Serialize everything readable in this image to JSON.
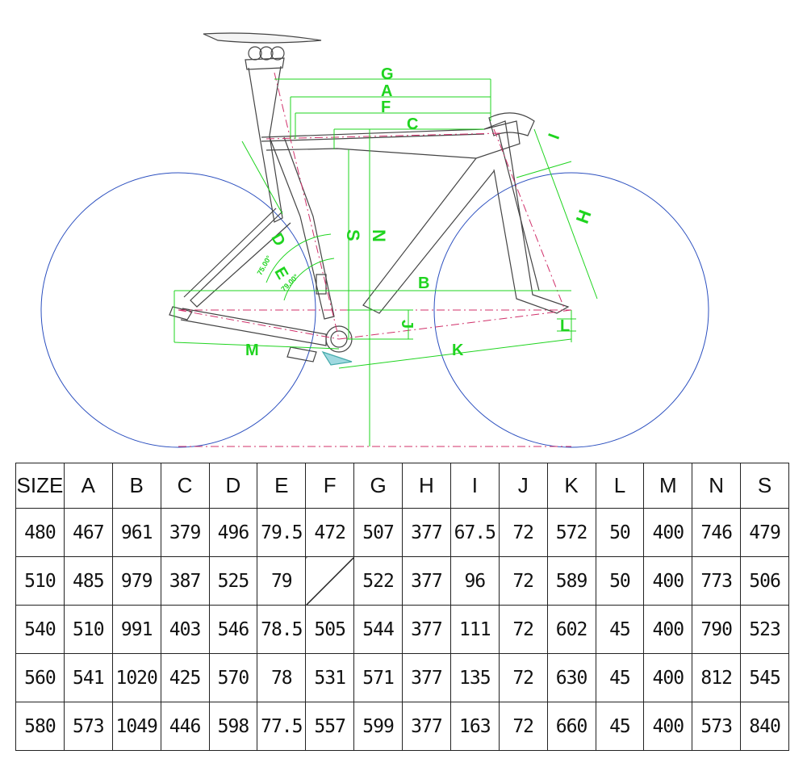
{
  "diagram": {
    "dimension_labels": [
      "G",
      "A",
      "F",
      "C",
      "I",
      "H",
      "S",
      "N",
      "B",
      "D",
      "E",
      "J",
      "K",
      "M",
      "L"
    ],
    "angle_labels": [
      "75.00°",
      "79.00°"
    ]
  },
  "table": {
    "headers": [
      "SIZE",
      "A",
      "B",
      "C",
      "D",
      "E",
      "F",
      "G",
      "H",
      "I",
      "J",
      "K",
      "L",
      "M",
      "N",
      "S"
    ],
    "rows": [
      [
        "480",
        "467",
        "961",
        "379",
        "496",
        "79.5",
        "472",
        "507",
        "377",
        "67.5",
        "72",
        "572",
        "50",
        "400",
        "746",
        "479"
      ],
      [
        "510",
        "485",
        "979",
        "387",
        "525",
        "79",
        "",
        "522",
        "377",
        "96",
        "72",
        "589",
        "50",
        "400",
        "773",
        "506"
      ],
      [
        "540",
        "510",
        "991",
        "403",
        "546",
        "78.5",
        "505",
        "544",
        "377",
        "111",
        "72",
        "602",
        "45",
        "400",
        "790",
        "523"
      ],
      [
        "560",
        "541",
        "1020",
        "425",
        "570",
        "78",
        "531",
        "571",
        "377",
        "135",
        "72",
        "630",
        "45",
        "400",
        "812",
        "545"
      ],
      [
        "580",
        "573",
        "1049",
        "446",
        "598",
        "77.5",
        "557",
        "599",
        "377",
        "163",
        "72",
        "660",
        "45",
        "400",
        "573",
        "840"
      ]
    ]
  },
  "colors": {
    "dimension": "#1fd41f",
    "wheel": "#2b4fbf",
    "frame": "#444444",
    "centerline": "#d0306a",
    "table_border": "#222222"
  }
}
